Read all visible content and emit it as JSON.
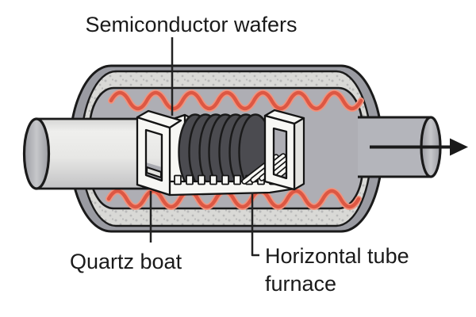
{
  "diagram": {
    "title_implicit": "Horizontal tube furnace diagram",
    "labels": {
      "semiconductor_wafers": "Semiconductor wafers",
      "quartz_boat": "Quartz boat",
      "horizontal_tube_furnace_line1": "Horizontal tube",
      "horizontal_tube_furnace_line2": "furnace"
    },
    "colors": {
      "background": "#ffffff",
      "shell": "#9a9ba2",
      "insulation": "#d9d9d6",
      "insulation_dots": "#b9b9b9",
      "cavity": "#aeaeb4",
      "heater_glow": "#f0937e",
      "heater_core": "#dd5743",
      "wafer": "#4b4b50",
      "boat_white": "#f7f7f4",
      "outline": "#1a1a1a",
      "label_text": "#1a1a1a"
    },
    "parts": {
      "wafer_count": 7,
      "heating_coils": 2,
      "flow_direction": "right"
    }
  }
}
